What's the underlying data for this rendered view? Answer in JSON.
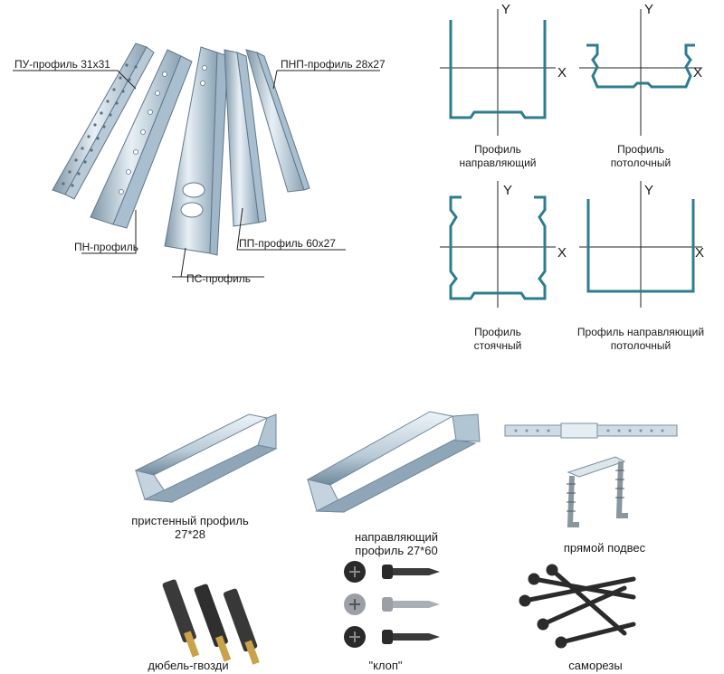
{
  "profile_bundle": {
    "labels": {
      "pu": "ПУ-профиль 31х31",
      "pnp": "ПНП-профиль 28х27",
      "pn": "ПН-профиль",
      "pp": "ПП-профиль 60х27",
      "ps": "ПС-профиль"
    }
  },
  "sections": {
    "axis_x": "X",
    "axis_y": "Y",
    "items": [
      {
        "line1": "Профиль",
        "line2": "направляющий"
      },
      {
        "line1": "Профиль",
        "line2": "потолочный"
      },
      {
        "line1": "Профиль",
        "line2": "стоячный"
      },
      {
        "line1": "Профиль направляющий",
        "line2": "потолочный"
      }
    ]
  },
  "components": {
    "wall_profile": {
      "line1": "пристенный профиль",
      "line2": "27*28"
    },
    "guide_profile": {
      "line1": "направляющий",
      "line2": "профиль 27*60"
    },
    "hanger": "прямой подвес",
    "dowels": "дюбель-гвозди",
    "klop": "\"клоп\"",
    "screws": "саморезы"
  },
  "colors": {
    "metal_light": "#d6e4ee",
    "metal_mid": "#9fb7c8",
    "metal_dark": "#5f7789",
    "section_outline": "#2d7d8f",
    "axis": "#222222"
  }
}
